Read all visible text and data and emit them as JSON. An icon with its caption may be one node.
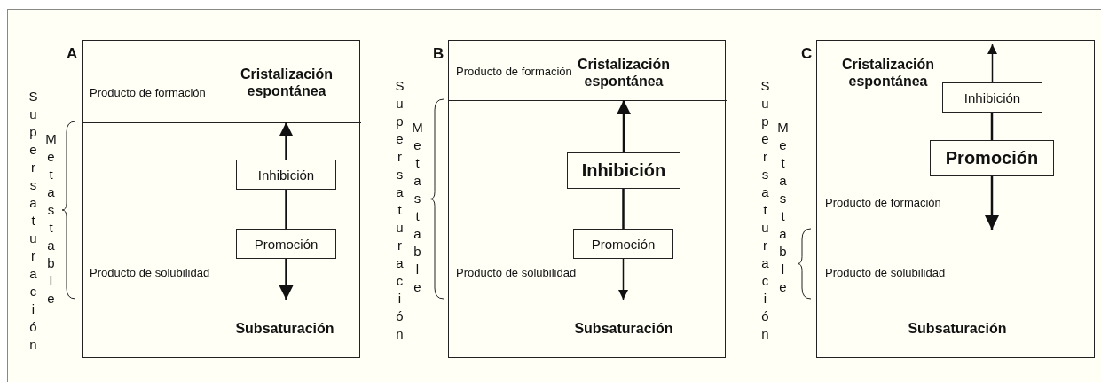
{
  "diagram": {
    "nodes": [
      {
        "text": [
          "A"
        ],
        "beside": [
          "Supersaturación",
          "Metastable"
        ]
      },
      {
        "text": [
          "Producto de formación",
          "Cristalización espontánea"
        ],
        "in": 0
      },
      {
        "text": [
          "Producto de solubilidad"
        ],
        "in": 0
      },
      {
        "text": [
          "Subsaturación"
        ],
        "in": 0
      },
      {
        "text": [
          "Inhibición"
        ],
        "in": 2
      },
      {
        "text": [
          "Promoción"
        ],
        "in": 2
      },
      {
        "text": [
          "B"
        ],
        "beside": [
          "Supersaturación",
          "Metastable"
        ]
      },
      {
        "text": [
          "Producto de formación",
          "Cristalización espontánea"
        ],
        "in": 6
      },
      {
        "text": [
          "Producto de solubilidad"
        ],
        "in": 6
      },
      {
        "text": [
          "Subsaturación"
        ],
        "in": 6
      },
      {
        "text": [
          "Inhibición"
        ],
        "in": 8
      },
      {
        "text": [
          "Promoción"
        ],
        "in": 8
      },
      {
        "text": [
          "C"
        ],
        "beside": [
          "Supersaturación",
          "Metastable"
        ]
      },
      {
        "text": [
          "Cristalización espontánea",
          "Producto de formación"
        ],
        "in": 12
      },
      {
        "text": [
          "Producto de solubilidad"
        ],
        "in": 12
      },
      {
        "text": [
          "Subsaturación"
        ],
        "in": 12
      },
      {
        "text": [
          "Inhibición"
        ],
        "in": 13
      },
      {
        "text": [
          "Promoción"
        ],
        "in": 13
      }
    ],
    "edges": [
      {
        "from": 4,
        "to": 1,
        "arrow": "to"
      },
      {
        "from": 5,
        "to": 4,
        "arrow": "none"
      },
      {
        "from": 5,
        "to": 3,
        "arrow": "to"
      },
      {
        "from": 10,
        "to": 7,
        "arrow": "to"
      },
      {
        "from": 11,
        "to": 10,
        "arrow": "none"
      },
      {
        "from": 11,
        "to": 9,
        "arrow": "to"
      },
      {
        "from": 16,
        "to": null,
        "arrow": "to"
      },
      {
        "from": 17,
        "to": 16,
        "arrow": "none"
      },
      {
        "from": 17,
        "to": 14,
        "arrow": "to"
      }
    ]
  }
}
